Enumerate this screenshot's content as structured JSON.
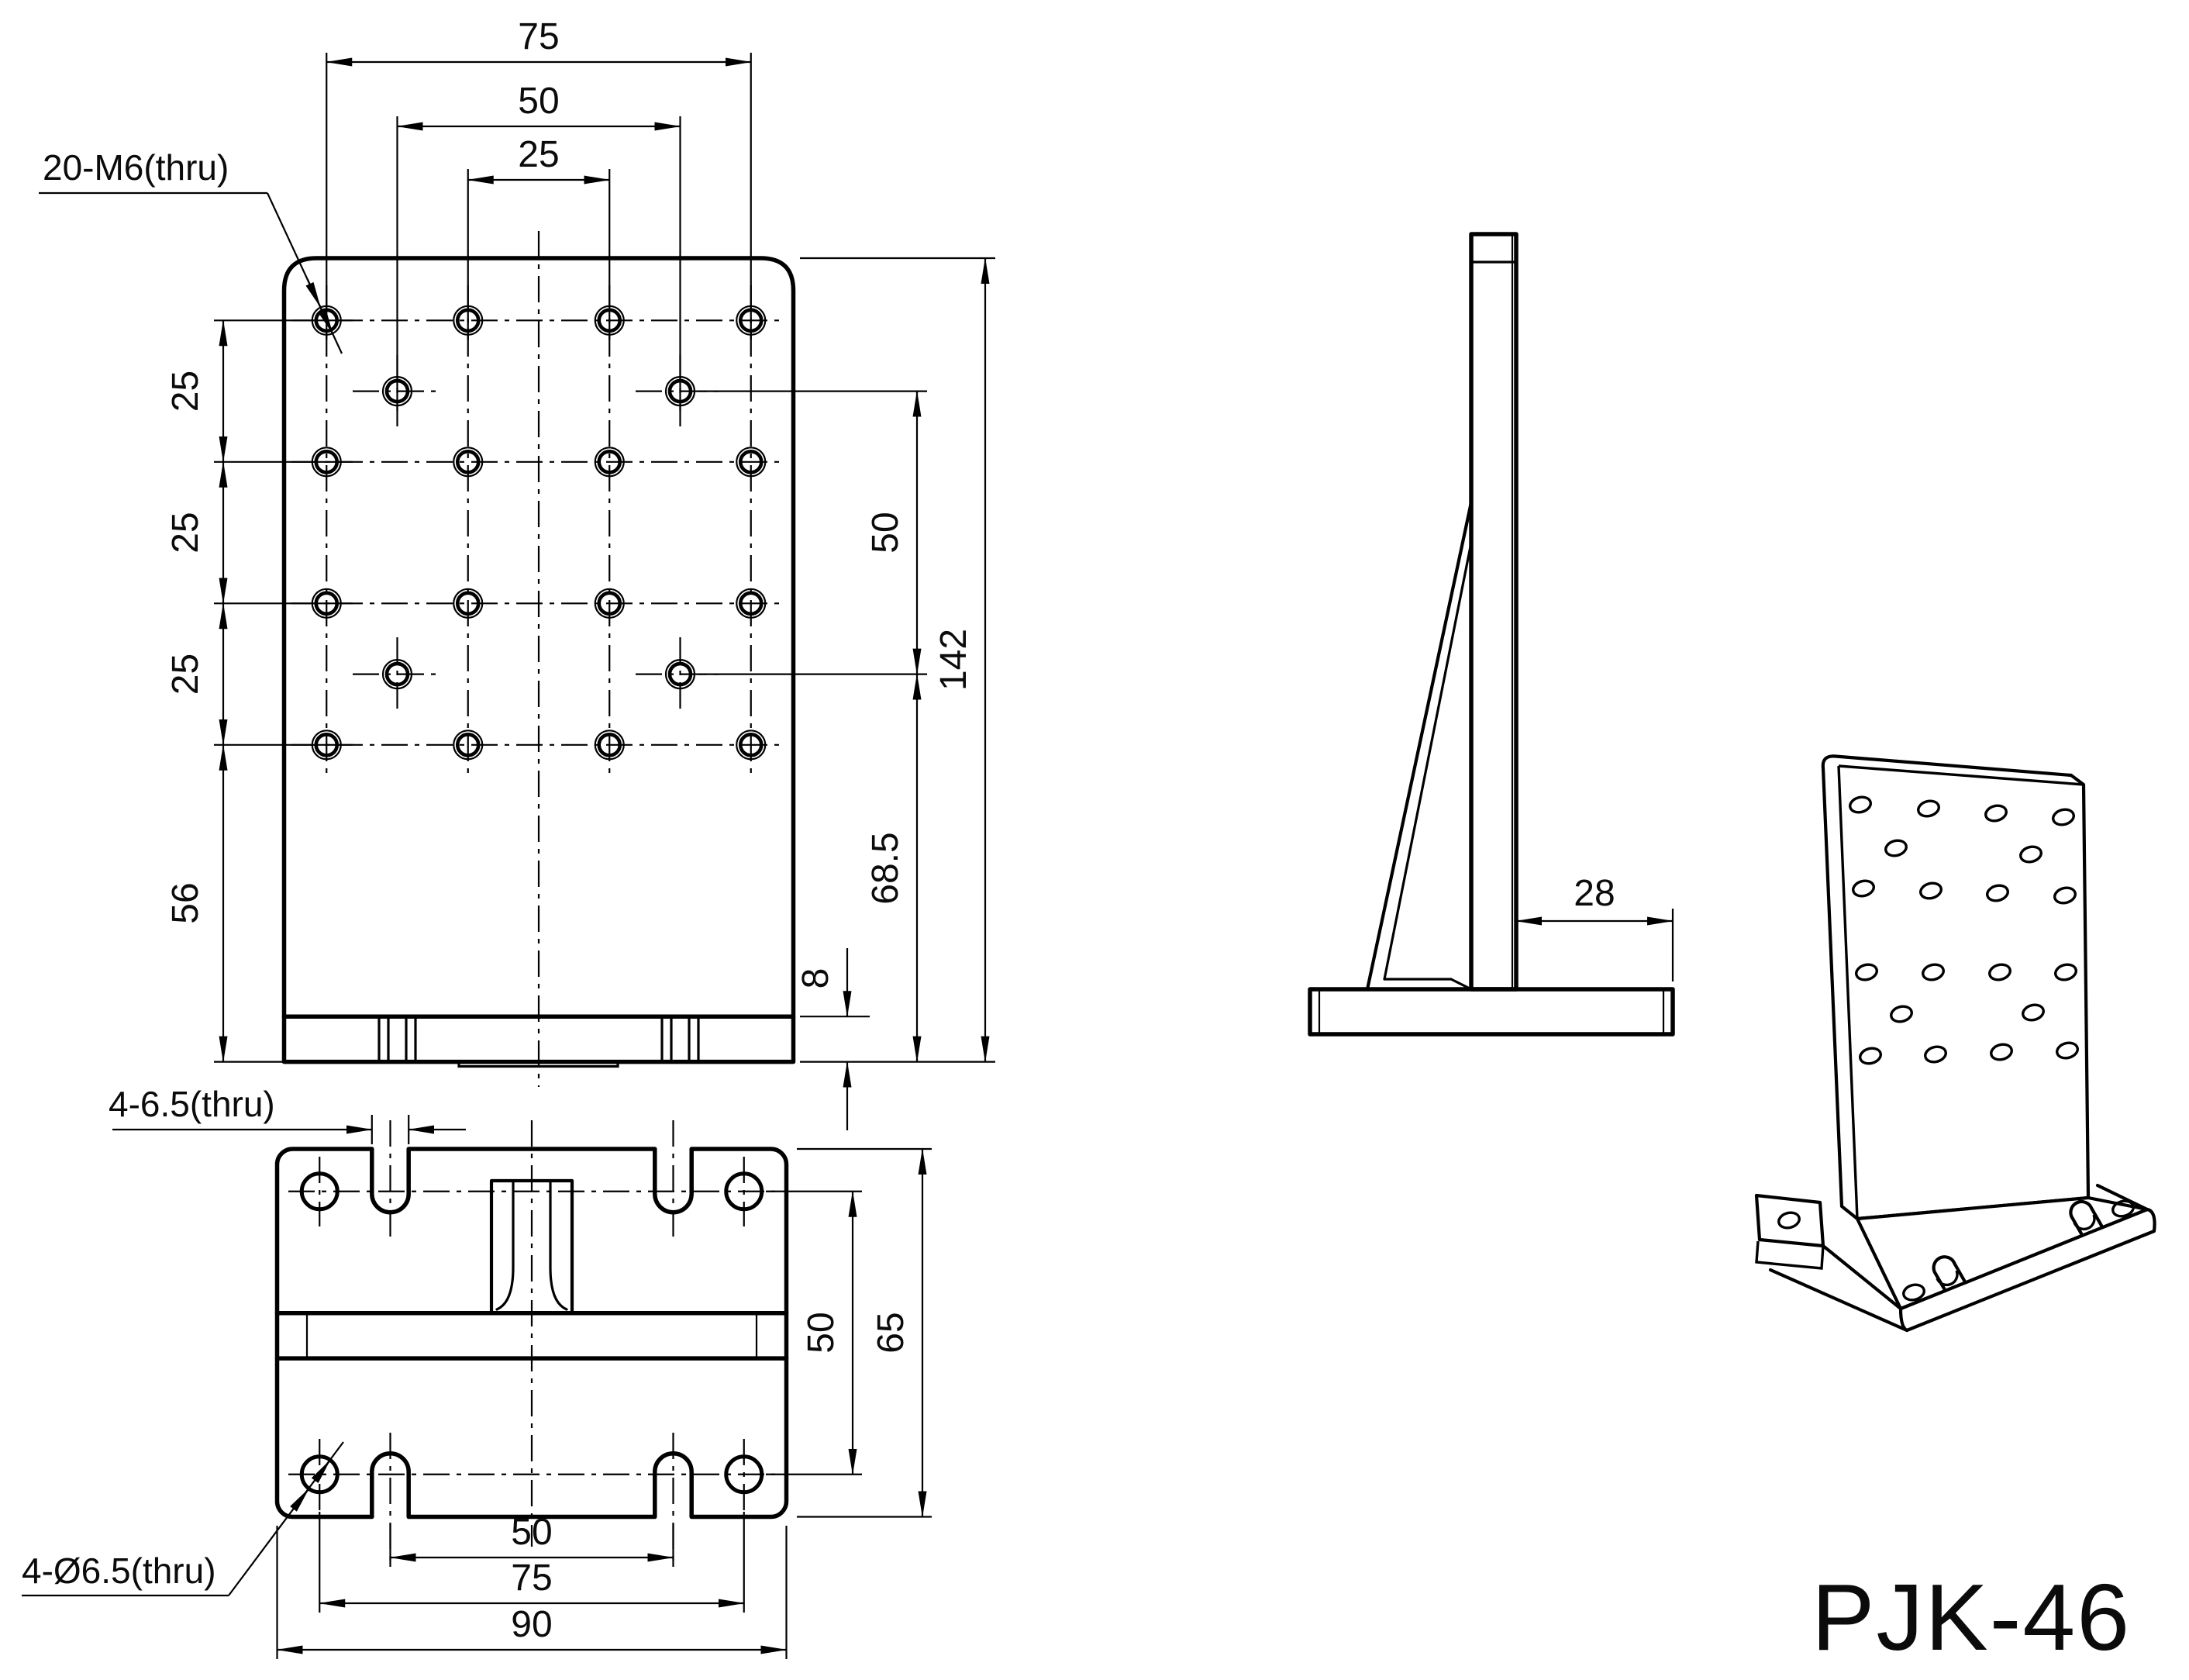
{
  "part_number": "PJK-46",
  "front_view": {
    "thread_label": "20-M6(thru)",
    "dims": {
      "top_outer": "75",
      "top_mid": "50",
      "top_inner": "25",
      "left_r1": "25",
      "left_r2": "25",
      "left_r3": "25",
      "left_bottom": "56",
      "right_offset_span": "50",
      "right_total": "142",
      "right_lower": "68.5",
      "right_base": "8"
    }
  },
  "side_view": {
    "dims": {
      "ledge": "28"
    }
  },
  "bottom_view": {
    "notch_label": "4-6.5(thru)",
    "hole_label": "4-Ø6.5(thru)",
    "dims": {
      "right_holes": "50",
      "right_total": "65",
      "bottom_notches": "50",
      "bottom_holes": "75",
      "bottom_total": "90"
    }
  }
}
